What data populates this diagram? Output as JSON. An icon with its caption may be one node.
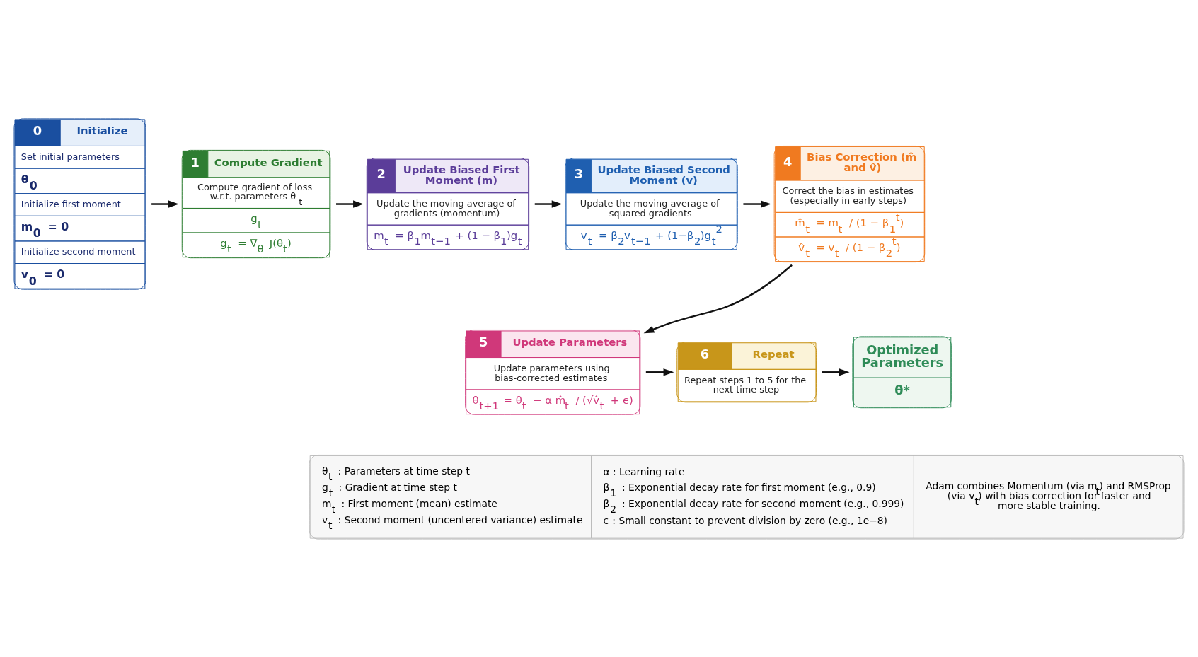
{
  "diagram": {
    "nodes": [
      {
        "text": [
          "0",
          "Initialize",
          "Set initial parameters",
          "θ$_{0}$",
          "Initialize first moment",
          "m$_{0}$ = 0",
          "Initialize second moment",
          "v$_{0}$ = 0"
        ]
      },
      {
        "text": [
          "1",
          "Compute Gradient",
          "Compute gradient of loss w.r.t. parameters θ$_{t}$",
          "g$_{t}$",
          "g$_{t}$ = ∇$_{θ}$ J(θ$_{t}$)"
        ]
      },
      {
        "text": [
          "2",
          "Update Biased First Moment (m)",
          "Update the moving average of gradients (momentum)",
          "m$_{t}$ = β$_{1}$m$_{t−1}$ + (1 − β$_{1}$)g$_{t}$"
        ]
      },
      {
        "text": [
          "3",
          "Update Biased Second Moment (v)",
          "Update the moving average of squared gradients",
          "v$_{t}$ = β$_{2}$v$_{t−1}$ + (1−β$_{2}$)g$_{t}$$^{2}$"
        ]
      },
      {
        "text": [
          "4",
          "Bias Correction (m̂ and v̂)",
          "Correct the bias in estimates (especially in early steps)",
          "m̂$_{t}$ = m$_{t}$ / (1 − β$_{1}$$^{t}$)",
          "v̂$_{t}$ = v$_{t}$ / (1 − β$_{2}$$^{t}$)"
        ]
      },
      {
        "text": [
          "5",
          "Update Parameters",
          "Update parameters using bias-corrected estimates",
          "θ$_{t+1}$ = θ$_{t}$ − α m̂$_{t}$ / (√v̂$_{t}$ + ϵ)"
        ]
      },
      {
        "text": [
          "6",
          "Repeat",
          "Repeat steps 1 to 5 for the next time step"
        ]
      },
      {
        "text": [
          "Optimized Parameters",
          "θ*"
        ]
      },
      {
        "text": [
          "θ$_{t}$ : Parameters at time step t",
          "g$_{t}$ : Gradient at time step t",
          "m$_{t}$ : First moment (mean) estimate",
          "v$_{t}$ : Second moment (uncentered variance) estimate",
          "α : Learning rate",
          "β$_{1}$ : Exponential decay rate for first moment (e.g., 0.9)",
          "β$_{2}$ : Exponential decay rate for second moment (e.g., 0.999)",
          "ϵ : Small constant to prevent division by zero (e.g., 1e−8)",
          "Adam combines Momentum (via m$_{t}$) and RMSProp (via v$_{t}$) with bias correction for faster and more stable training."
        ]
      }
    ],
    "edges": [
      {
        "from": 0,
        "to": 1,
        "arrow": "to"
      },
      {
        "from": 1,
        "to": 2,
        "arrow": "to"
      },
      {
        "from": 2,
        "to": 3,
        "arrow": "to"
      },
      {
        "from": 3,
        "to": 4,
        "arrow": "to"
      },
      {
        "from": 4,
        "to": 5,
        "arrow": "to"
      },
      {
        "from": 5,
        "to": 6,
        "arrow": "to"
      },
      {
        "from": 6,
        "to": 7,
        "arrow": "to"
      }
    ]
  }
}
